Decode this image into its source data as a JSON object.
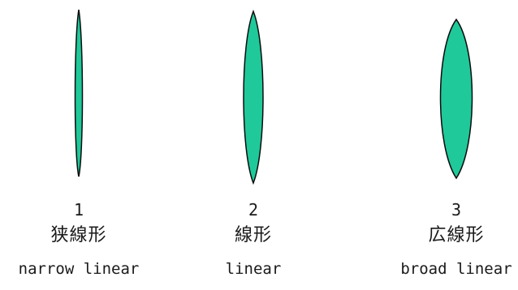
{
  "fill_color": "#1fc99a",
  "stroke_color": "#0d0d0d",
  "leaves": [
    {
      "number": "1",
      "japanese": "狭線形",
      "english": "narrow linear"
    },
    {
      "number": "2",
      "japanese": "線形",
      "english": "linear"
    },
    {
      "number": "3",
      "japanese": "広線形",
      "english": "broad linear"
    }
  ]
}
